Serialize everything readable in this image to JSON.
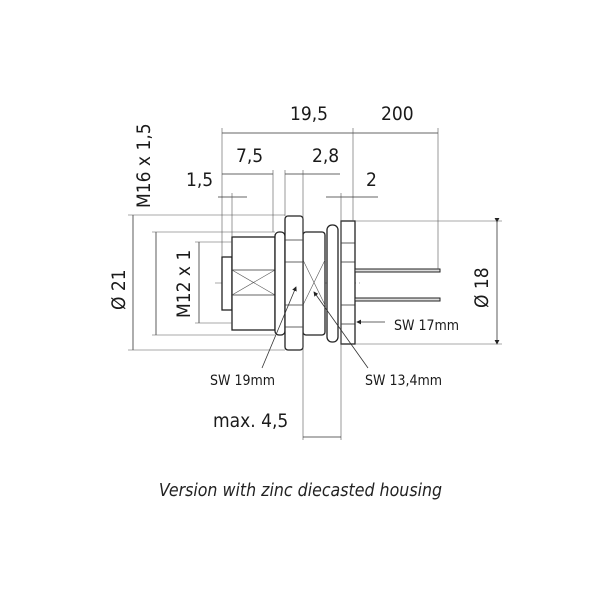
{
  "dimensions": {
    "overall_length": "19,5",
    "cable_length": "200",
    "length_7_5": "7,5",
    "length_2_8": "2,8",
    "length_1_5": "1,5",
    "length_2": "2",
    "thread_m16": "M16 x 1,5",
    "diameter_21": "Ø 21",
    "thread_m12": "M12 x 1",
    "diameter_18": "Ø 18",
    "max_4_5": "max. 4,5"
  },
  "labels": {
    "sw17": "SW 17mm",
    "sw19": "SW 19mm",
    "sw13": "SW 13,4mm"
  },
  "caption": "Version with zinc diecasted housing"
}
